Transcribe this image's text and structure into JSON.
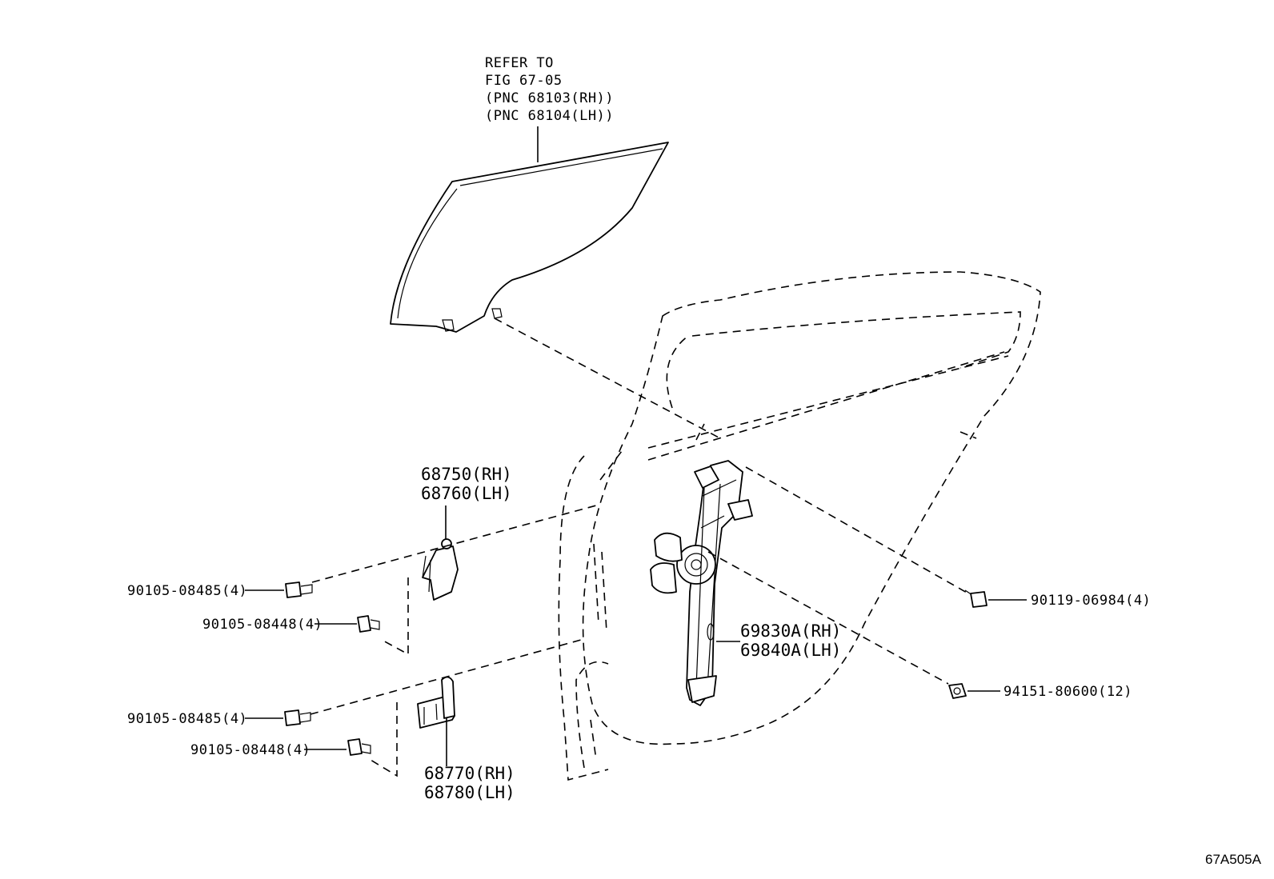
{
  "refer": {
    "line1": "REFER TO",
    "line2": "FIG 67-05",
    "line3": "(PNC 68103(RH))",
    "line4": "(PNC 68104(LH))"
  },
  "hinge_upper": {
    "rh": "68750(RH)",
    "lh": "68760(LH)"
  },
  "hinge_lower": {
    "rh": "68770(RH)",
    "lh": "68780(LH)"
  },
  "regulator": {
    "rh": "69830A(RH)",
    "lh": "69840A(LH)"
  },
  "fasteners": {
    "bolt_upper_a": "90105-08485(4)",
    "bolt_upper_b": "90105-08448(4)",
    "bolt_lower_a": "90105-08485(4)",
    "bolt_lower_b": "90105-08448(4)",
    "bolt_right": "90119-06984(4)",
    "nut_right": "94151-80600(12)"
  },
  "figure_id": "67A505A"
}
